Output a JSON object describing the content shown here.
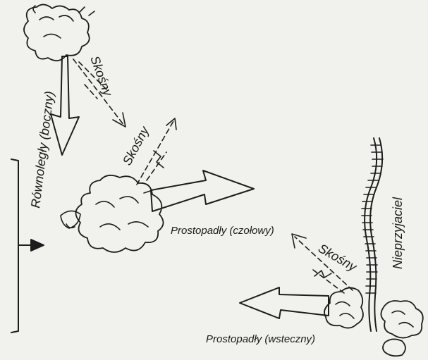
{
  "labels": {
    "parallel": "Równoległy (boczny)",
    "oblique_top": "Skośny",
    "oblique_middle": "Skośny",
    "perpendicular_frontal": "Prostopadły (czołowy)",
    "enemy": "Nieprzyjaciel",
    "oblique_right": "Skośny",
    "perpendicular_retro": "Prostopadły (wsteczny)"
  },
  "colors": {
    "ink": "#1d1d1d",
    "paper": "#f1f1ee"
  }
}
